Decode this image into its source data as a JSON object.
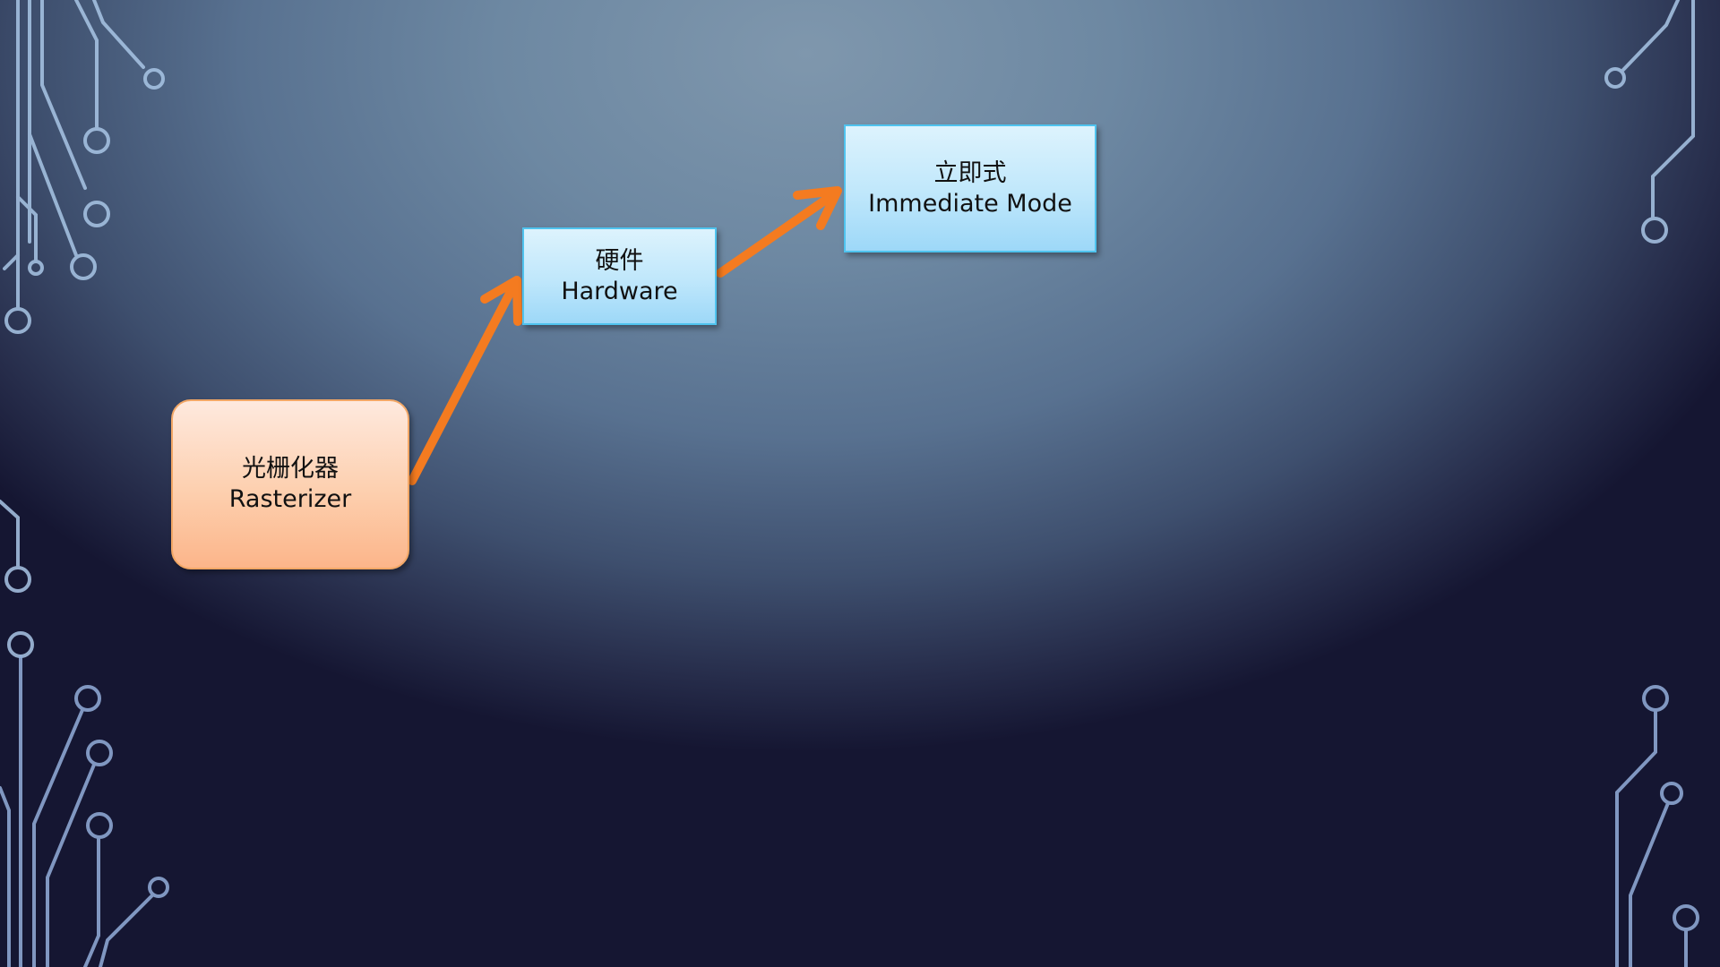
{
  "diagram": {
    "nodes": [
      {
        "id": "rasterizer",
        "label_zh": "光栅化器",
        "label_en": "Rasterizer"
      },
      {
        "id": "hardware",
        "label_zh": "硬件",
        "label_en": "Hardware"
      },
      {
        "id": "immediate-mode",
        "label_zh": "立即式",
        "label_en": "Immediate Mode"
      }
    ],
    "edges": [
      {
        "from": "rasterizer",
        "to": "hardware"
      },
      {
        "from": "hardware",
        "to": "immediate-mode"
      }
    ]
  },
  "colors": {
    "arrow": "#f47b20",
    "circuit_lines": "#a9c6e6",
    "rasterizer_fill": "#fdcfae",
    "process_fill": "#bfe7fb"
  }
}
